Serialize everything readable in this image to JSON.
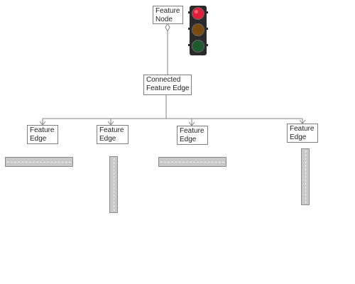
{
  "diagram": {
    "root": {
      "label": "Feature\nNode"
    },
    "connected": {
      "label": "Connected\nFeature Edge"
    },
    "children": [
      {
        "label": "Feature\nEdge",
        "road": "horizontal"
      },
      {
        "label": "Feature\nEdge",
        "road": "vertical"
      },
      {
        "label": "Feature\nEdge",
        "road": "horizontal"
      },
      {
        "label": "Feature\nEdge",
        "road": "vertical"
      }
    ]
  },
  "traffic_light": {
    "icon": "traffic-light-icon",
    "lamps": [
      {
        "name": "red",
        "color": "#e0203a",
        "lit": true
      },
      {
        "name": "amber",
        "color": "#7a4a10",
        "lit": false
      },
      {
        "name": "green",
        "color": "#1f5a2e",
        "lit": false
      }
    ]
  },
  "colors": {
    "line": "#808080",
    "box_border": "#808080",
    "road_fill": "#c9c9c9",
    "light_housing": "#2a2a2a"
  }
}
